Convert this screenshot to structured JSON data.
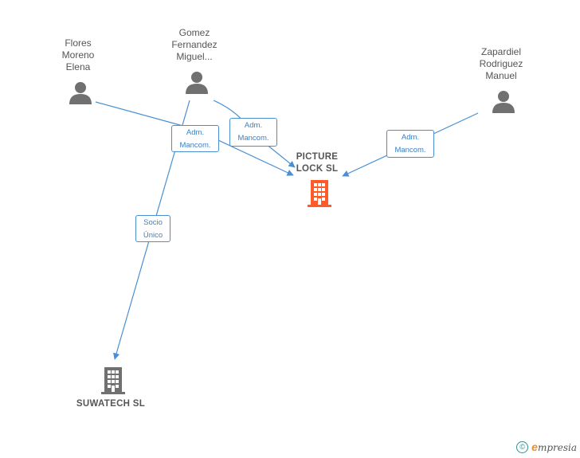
{
  "people": [
    {
      "id": "flores",
      "lines": [
        "Flores",
        "Moreno",
        "Elena"
      ]
    },
    {
      "id": "gomez",
      "lines": [
        "Gomez",
        "Fernandez",
        "Miguel..."
      ]
    },
    {
      "id": "zapardiel",
      "lines": [
        "Zapardiel",
        "Rodriguez",
        "Manuel"
      ]
    }
  ],
  "companies": [
    {
      "id": "picture",
      "lines": [
        "PICTURE",
        "LOCK  SL"
      ],
      "color": "#ff5a2a",
      "role": "main"
    },
    {
      "id": "suwatech",
      "lines": [
        "SUWATECH  SL"
      ],
      "color": "#707070",
      "role": "related"
    }
  ],
  "relations": [
    {
      "from": "flores",
      "to": "picture",
      "lines": [
        "Adm.",
        "Mancom."
      ]
    },
    {
      "from": "gomez",
      "to": "picture",
      "lines": [
        "Adm.",
        "Mancom."
      ]
    },
    {
      "from": "zapardiel",
      "to": "picture",
      "lines": [
        "Adm.",
        "Mancom."
      ]
    },
    {
      "from": "gomez",
      "to": "suwatech",
      "lines": [
        "Socio",
        "Único"
      ]
    }
  ],
  "colors": {
    "edge": "#4a8fd4",
    "person_icon": "#707070",
    "text": "#555555"
  },
  "footer": {
    "copyright_symbol": "©",
    "brand_initial": "e",
    "brand_rest": "mpresia"
  }
}
